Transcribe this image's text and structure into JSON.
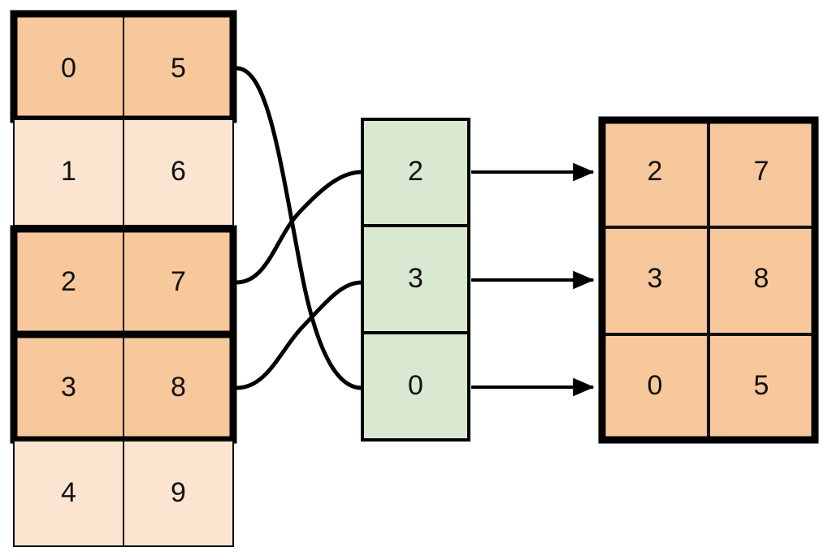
{
  "diagram": {
    "title": "array-gather-scatter-diagram",
    "colors": {
      "highlight_orange": "#F7C89B",
      "pale_orange": "#FBE5D1",
      "pale_green": "#D9E8D1",
      "stroke": "#000000",
      "thin_stroke": "#111111",
      "background": "#FFFFFF",
      "text": "#111111"
    },
    "source_table": {
      "name": "source-array",
      "columns": 2,
      "rows": [
        {
          "cells": [
            "0",
            "5"
          ],
          "highlighted": true
        },
        {
          "cells": [
            "1",
            "6"
          ],
          "highlighted": false
        },
        {
          "cells": [
            "2",
            "7"
          ],
          "highlighted": true
        },
        {
          "cells": [
            "3",
            "8"
          ],
          "highlighted": true
        },
        {
          "cells": [
            "4",
            "9"
          ],
          "highlighted": false
        }
      ]
    },
    "index_column": {
      "name": "index-array",
      "values": [
        "2",
        "3",
        "0"
      ]
    },
    "result_table": {
      "name": "result-array",
      "columns": 2,
      "rows": [
        {
          "cells": [
            "2",
            "7"
          ]
        },
        {
          "cells": [
            "3",
            "8"
          ]
        },
        {
          "cells": [
            "0",
            "5"
          ]
        }
      ]
    },
    "connectors": [
      {
        "name": "connector-source-row-0-to-index-2",
        "from_row": 0,
        "to_index_slot": 2
      },
      {
        "name": "connector-source-row-2-to-index-0",
        "from_row": 2,
        "to_index_slot": 0
      },
      {
        "name": "connector-source-row-3-to-index-1",
        "from_row": 3,
        "to_index_slot": 1
      }
    ],
    "arrows": [
      {
        "name": "arrow-index-0-to-result-row-0",
        "from_index_slot": 0,
        "to_result_row": 0
      },
      {
        "name": "arrow-index-1-to-result-row-1",
        "from_index_slot": 1,
        "to_result_row": 1
      },
      {
        "name": "arrow-index-2-to-result-row-2",
        "from_index_slot": 2,
        "to_result_row": 2
      }
    ]
  }
}
